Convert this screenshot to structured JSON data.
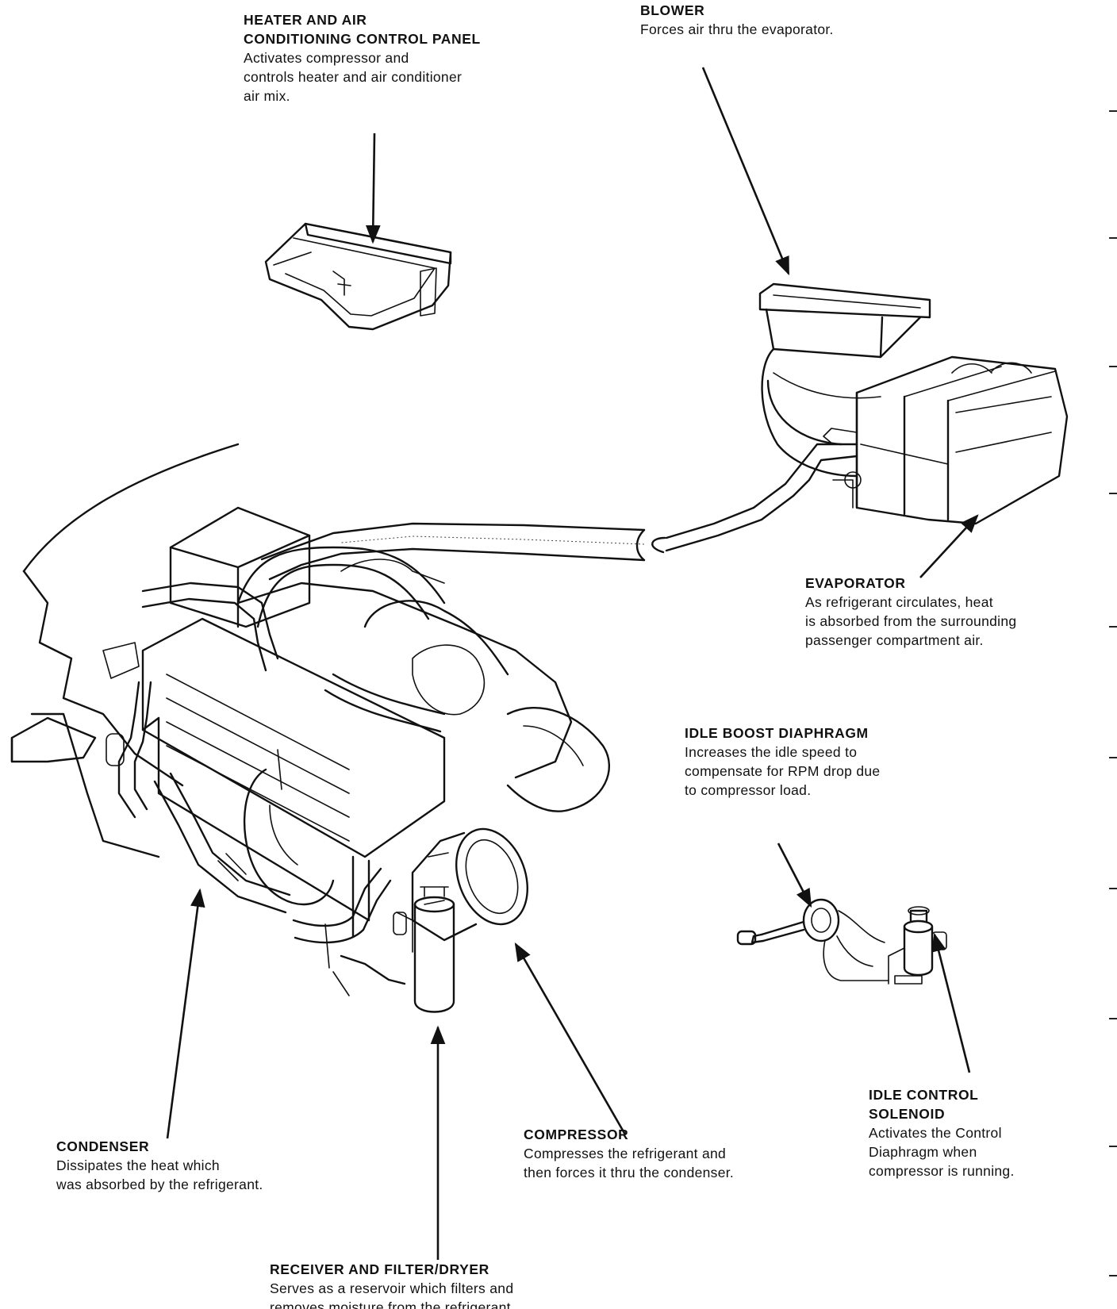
{
  "labels": {
    "control_panel": {
      "title_line1": "HEATER AND AIR",
      "title_line2": "CONDITIONING CONTROL PANEL",
      "desc_line1": "Activates compressor and",
      "desc_line2": "controls heater and air conditioner",
      "desc_line3": "air mix."
    },
    "blower": {
      "title": "BLOWER",
      "desc_line1": "Forces air thru the evaporator."
    },
    "evaporator": {
      "title": "EVAPORATOR",
      "desc_line1": "As refrigerant circulates, heat",
      "desc_line2": "is absorbed from the surrounding",
      "desc_line3": "passenger compartment air."
    },
    "idle_boost": {
      "title": "IDLE BOOST DIAPHRAGM",
      "desc_line1": "Increases the idle speed to",
      "desc_line2": "compensate for RPM drop due",
      "desc_line3": "to compressor load."
    },
    "idle_solenoid": {
      "title_line1": "IDLE CONTROL",
      "title_line2": "SOLENOID",
      "desc_line1": "Activates the Control",
      "desc_line2": "Diaphragm when",
      "desc_line3": "compressor is running."
    },
    "condenser": {
      "title": "CONDENSER",
      "desc_line1": "Dissipates the heat which",
      "desc_line2": "was absorbed by the refrigerant."
    },
    "compressor": {
      "title": "COMPRESSOR",
      "desc_line1": "Compresses the refrigerant and",
      "desc_line2": "then forces it thru the condenser."
    },
    "receiver": {
      "title": "RECEIVER AND FILTER/DRYER",
      "desc_line1": "Serves as a reservoir which filters and",
      "desc_line2": "removes moisture from the refrigerant."
    }
  },
  "colors": {
    "ink": "#111111",
    "paper": "#ffffff"
  }
}
